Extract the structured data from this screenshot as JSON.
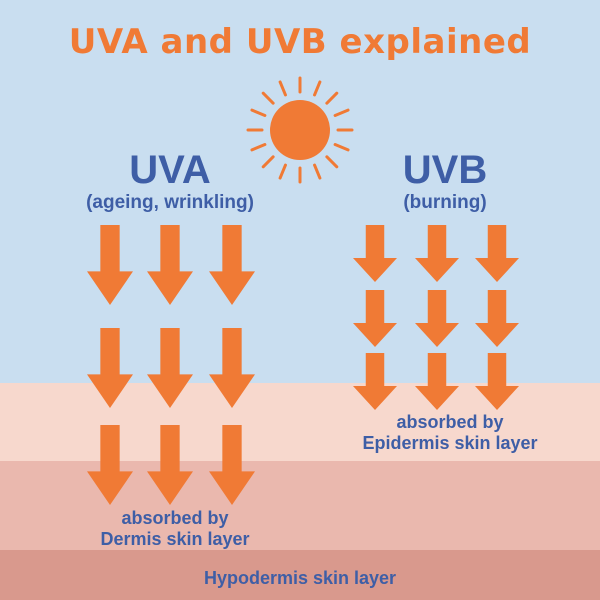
{
  "title": "UVA and UVB explained",
  "uva": {
    "heading": "UVA",
    "subheading": "(ageing, wrinkling)",
    "caption_line1": "absorbed by",
    "caption_line2": "Dermis skin layer"
  },
  "uvb": {
    "heading": "UVB",
    "subheading": "(burning)",
    "caption_line1": "absorbed by",
    "caption_line2": "Epidermis skin layer"
  },
  "hypodermis_label": "Hypodermis skin layer",
  "colors": {
    "sky": "#c9def0",
    "epidermis": "#f7d8cd",
    "dermis": "#eab8ae",
    "hypodermis": "#d9998d",
    "accent_orange": "#f07a35",
    "text_blue": "#3e5ea6",
    "title_orange": "#f07a35"
  },
  "icons": {
    "sun": "sun-icon",
    "arrow": "down-arrow-icon"
  }
}
